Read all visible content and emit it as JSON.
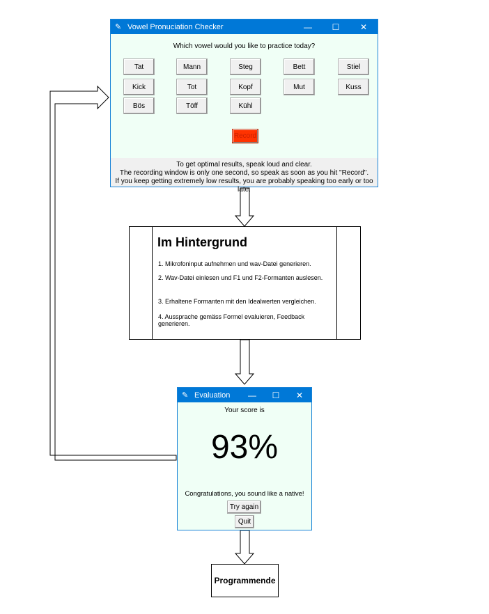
{
  "main_window": {
    "title": "Vowel Pronuciation Checker",
    "question": "Which vowel would you like to practice today?",
    "vowel_buttons": [
      "Tat",
      "Mann",
      "Steg",
      "Bett",
      "Stiel",
      "Kick",
      "Tot",
      "Kopf",
      "Mut",
      "Kuss",
      "Bös",
      "Töff",
      "Kühl"
    ],
    "record_label": "Record",
    "hint_lines": [
      "To get optimal results, speak loud and clear.",
      "The recording window is only one second, so speak as soon as you hit \"Record\".",
      "If you keep getting extremely low results, you are probably speaking too early or too late."
    ]
  },
  "window_controls": {
    "minimize": "—",
    "maximize": "☐",
    "close": "✕"
  },
  "process": {
    "title": "Im Hintergrund",
    "steps": [
      "1. Mikrofoninput aufnehmen und wav-Datei generieren.",
      "2. Wav-Datei einlesen und F1 und F2-Formanten auslesen.",
      "3. Erhaltene Formanten mit den Idealwerten vergleichen.",
      "4. Aussprache gemäss Formel evaluieren, Feedback generieren."
    ]
  },
  "evaluation_window": {
    "title": "Evaluation",
    "score_label": "Your score is",
    "score": "93%",
    "feedback": "Congratulations, you sound like a native!",
    "try_again_label": "Try again",
    "quit_label": "Quit"
  },
  "end": {
    "label": "Programmende"
  }
}
